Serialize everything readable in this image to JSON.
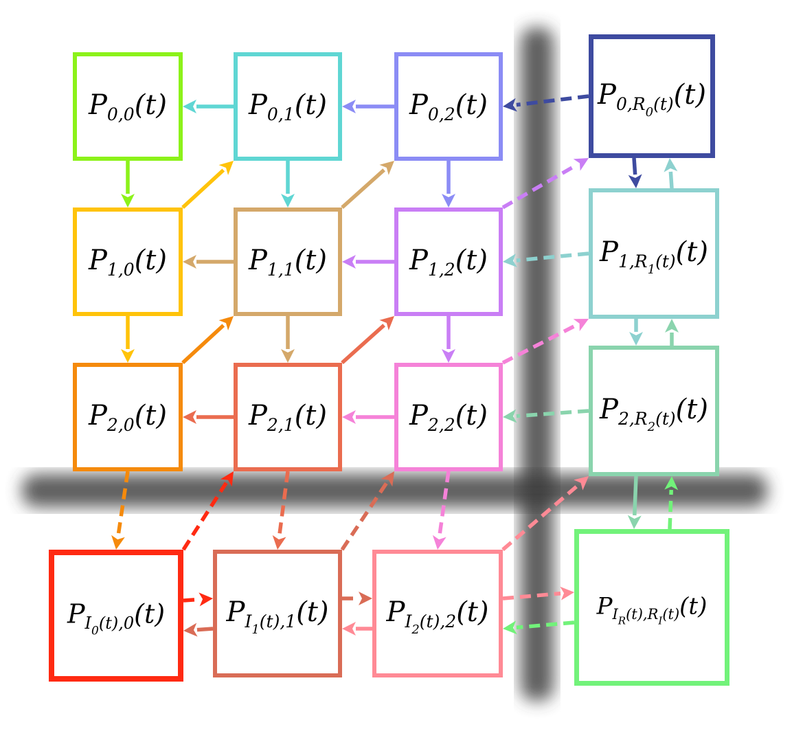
{
  "diagram": {
    "nodes": [
      {
        "id": "p00",
        "label": "P",
        "sub": "0,0",
        "tail": "(t)",
        "color": "#8cf21a"
      },
      {
        "id": "p01",
        "label": "P",
        "sub": "0,1",
        "tail": "(t)",
        "color": "#5fd6d3"
      },
      {
        "id": "p02",
        "label": "P",
        "sub": "0,2",
        "tail": "(t)",
        "color": "#8b8cf5"
      },
      {
        "id": "p0r",
        "label": "P",
        "sub": "0,R",
        "subsub": "0",
        "subtail": "(t)",
        "tail": "(t)",
        "color": "#3e4ba0"
      },
      {
        "id": "p10",
        "label": "P",
        "sub": "1,0",
        "tail": "(t)",
        "color": "#ffc30a"
      },
      {
        "id": "p11",
        "label": "P",
        "sub": "1,1",
        "tail": "(t)",
        "color": "#d4a86a"
      },
      {
        "id": "p12",
        "label": "P",
        "sub": "1,2",
        "tail": "(t)",
        "color": "#c97ef5"
      },
      {
        "id": "p1r",
        "label": "P",
        "sub": "1,R",
        "subsub": "1",
        "subtail": "(t)",
        "tail": "(t)",
        "color": "#8dd1cf"
      },
      {
        "id": "p20",
        "label": "P",
        "sub": "2,0",
        "tail": "(t)",
        "color": "#f58a0c"
      },
      {
        "id": "p21",
        "label": "P",
        "sub": "2,1",
        "tail": "(t)",
        "color": "#ea6c4f"
      },
      {
        "id": "p22",
        "label": "P",
        "sub": "2,2",
        "tail": "(t)",
        "color": "#f582d8"
      },
      {
        "id": "p2r",
        "label": "P",
        "sub": "2,R",
        "subsub": "2",
        "subtail": "(t)",
        "tail": "(t)",
        "color": "#8ad4ad"
      },
      {
        "id": "pi0",
        "label": "P",
        "sub": "I",
        "subsub": "0",
        "subtail": "(t),0",
        "tail": "(t)",
        "color": "#ff2a12"
      },
      {
        "id": "pi1",
        "label": "P",
        "sub": "I",
        "subsub": "1",
        "subtail": "(t),1",
        "tail": "(t)",
        "color": "#d96c56"
      },
      {
        "id": "pi2",
        "label": "P",
        "sub": "I",
        "subsub": "2",
        "subtail": "(t),2",
        "tail": "(t)",
        "color": "#ff8a95"
      },
      {
        "id": "pir",
        "label": "P",
        "sub": "I",
        "subsub": "R",
        "subtail": "(t),R",
        "subsub2": "I",
        "subtail2": "(t)",
        "tail": "(t)",
        "color": "#72f27a"
      }
    ],
    "edges": [
      {
        "from": "p01",
        "to": "p00",
        "style": "solid",
        "color": "#5fd6d3"
      },
      {
        "from": "p02",
        "to": "p01",
        "style": "solid",
        "color": "#8b8cf5"
      },
      {
        "from": "p0r",
        "to": "p02",
        "style": "dashed",
        "color": "#3e4ba0"
      },
      {
        "from": "p11",
        "to": "p10",
        "style": "solid",
        "color": "#d4a86a"
      },
      {
        "from": "p12",
        "to": "p11",
        "style": "solid",
        "color": "#c97ef5"
      },
      {
        "from": "p1r",
        "to": "p12",
        "style": "dashed",
        "color": "#8dd1cf"
      },
      {
        "from": "p21",
        "to": "p20",
        "style": "solid",
        "color": "#ea6c4f"
      },
      {
        "from": "p22",
        "to": "p21",
        "style": "solid",
        "color": "#f582d8"
      },
      {
        "from": "p2r",
        "to": "p22",
        "style": "dashed",
        "color": "#8ad4ad"
      },
      {
        "from": "pi0",
        "to": "pi1",
        "style": "dashed",
        "color": "#ff2a12"
      },
      {
        "from": "pi1",
        "to": "pi0",
        "style": "solid",
        "color": "#d96c56"
      },
      {
        "from": "pi1",
        "to": "pi2",
        "style": "dashed",
        "color": "#d96c56"
      },
      {
        "from": "pi2",
        "to": "pi1",
        "style": "solid",
        "color": "#ff8a95"
      },
      {
        "from": "pi2",
        "to": "pir",
        "style": "dashed",
        "color": "#ff8a95"
      },
      {
        "from": "pir",
        "to": "pi2",
        "style": "dashed",
        "color": "#72f27a"
      },
      {
        "from": "p00",
        "to": "p10",
        "style": "solid",
        "color": "#8cf21a"
      },
      {
        "from": "p10",
        "to": "p20",
        "style": "solid",
        "color": "#ffc30a"
      },
      {
        "from": "p20",
        "to": "pi0",
        "style": "dashed",
        "color": "#f58a0c"
      },
      {
        "from": "p01",
        "to": "p11",
        "style": "solid",
        "color": "#5fd6d3"
      },
      {
        "from": "p11",
        "to": "p21",
        "style": "solid",
        "color": "#d4a86a"
      },
      {
        "from": "p21",
        "to": "pi1",
        "style": "dashed",
        "color": "#ea6c4f"
      },
      {
        "from": "p02",
        "to": "p12",
        "style": "solid",
        "color": "#8b8cf5"
      },
      {
        "from": "p12",
        "to": "p22",
        "style": "solid",
        "color": "#c97ef5"
      },
      {
        "from": "p22",
        "to": "pi2",
        "style": "dashed",
        "color": "#f582d8"
      },
      {
        "from": "p0r",
        "to": "p1r",
        "style": "solid",
        "color": "#3e4ba0"
      },
      {
        "from": "p1r",
        "to": "p0r",
        "style": "solid",
        "color": "#8dd1cf"
      },
      {
        "from": "p1r",
        "to": "p2r",
        "style": "solid",
        "color": "#8dd1cf"
      },
      {
        "from": "p2r",
        "to": "p1r",
        "style": "solid",
        "color": "#8ad4ad"
      },
      {
        "from": "p2r",
        "to": "pir",
        "style": "solid",
        "color": "#8ad4ad"
      },
      {
        "from": "pir",
        "to": "p2r",
        "style": "dashed",
        "color": "#72f27a"
      },
      {
        "from": "p10",
        "to": "p01",
        "style": "solid",
        "color": "#ffc30a"
      },
      {
        "from": "p11",
        "to": "p02",
        "style": "solid",
        "color": "#d4a86a"
      },
      {
        "from": "p12",
        "to": "p0r",
        "style": "dashed",
        "color": "#c97ef5"
      },
      {
        "from": "p20",
        "to": "p11",
        "style": "solid",
        "color": "#f58a0c"
      },
      {
        "from": "p21",
        "to": "p12",
        "style": "solid",
        "color": "#ea6c4f"
      },
      {
        "from": "p22",
        "to": "p1r",
        "style": "dashed",
        "color": "#f582d8"
      },
      {
        "from": "pi0",
        "to": "p21",
        "style": "dashed",
        "color": "#ff2a12"
      },
      {
        "from": "pi1",
        "to": "p22",
        "style": "dashed",
        "color": "#d96c56"
      },
      {
        "from": "pi2",
        "to": "p2r",
        "style": "dashed",
        "color": "#ff8a95"
      }
    ],
    "colors": {
      "background": "#ffffff",
      "shadow_band": "#3a3a3a"
    }
  }
}
